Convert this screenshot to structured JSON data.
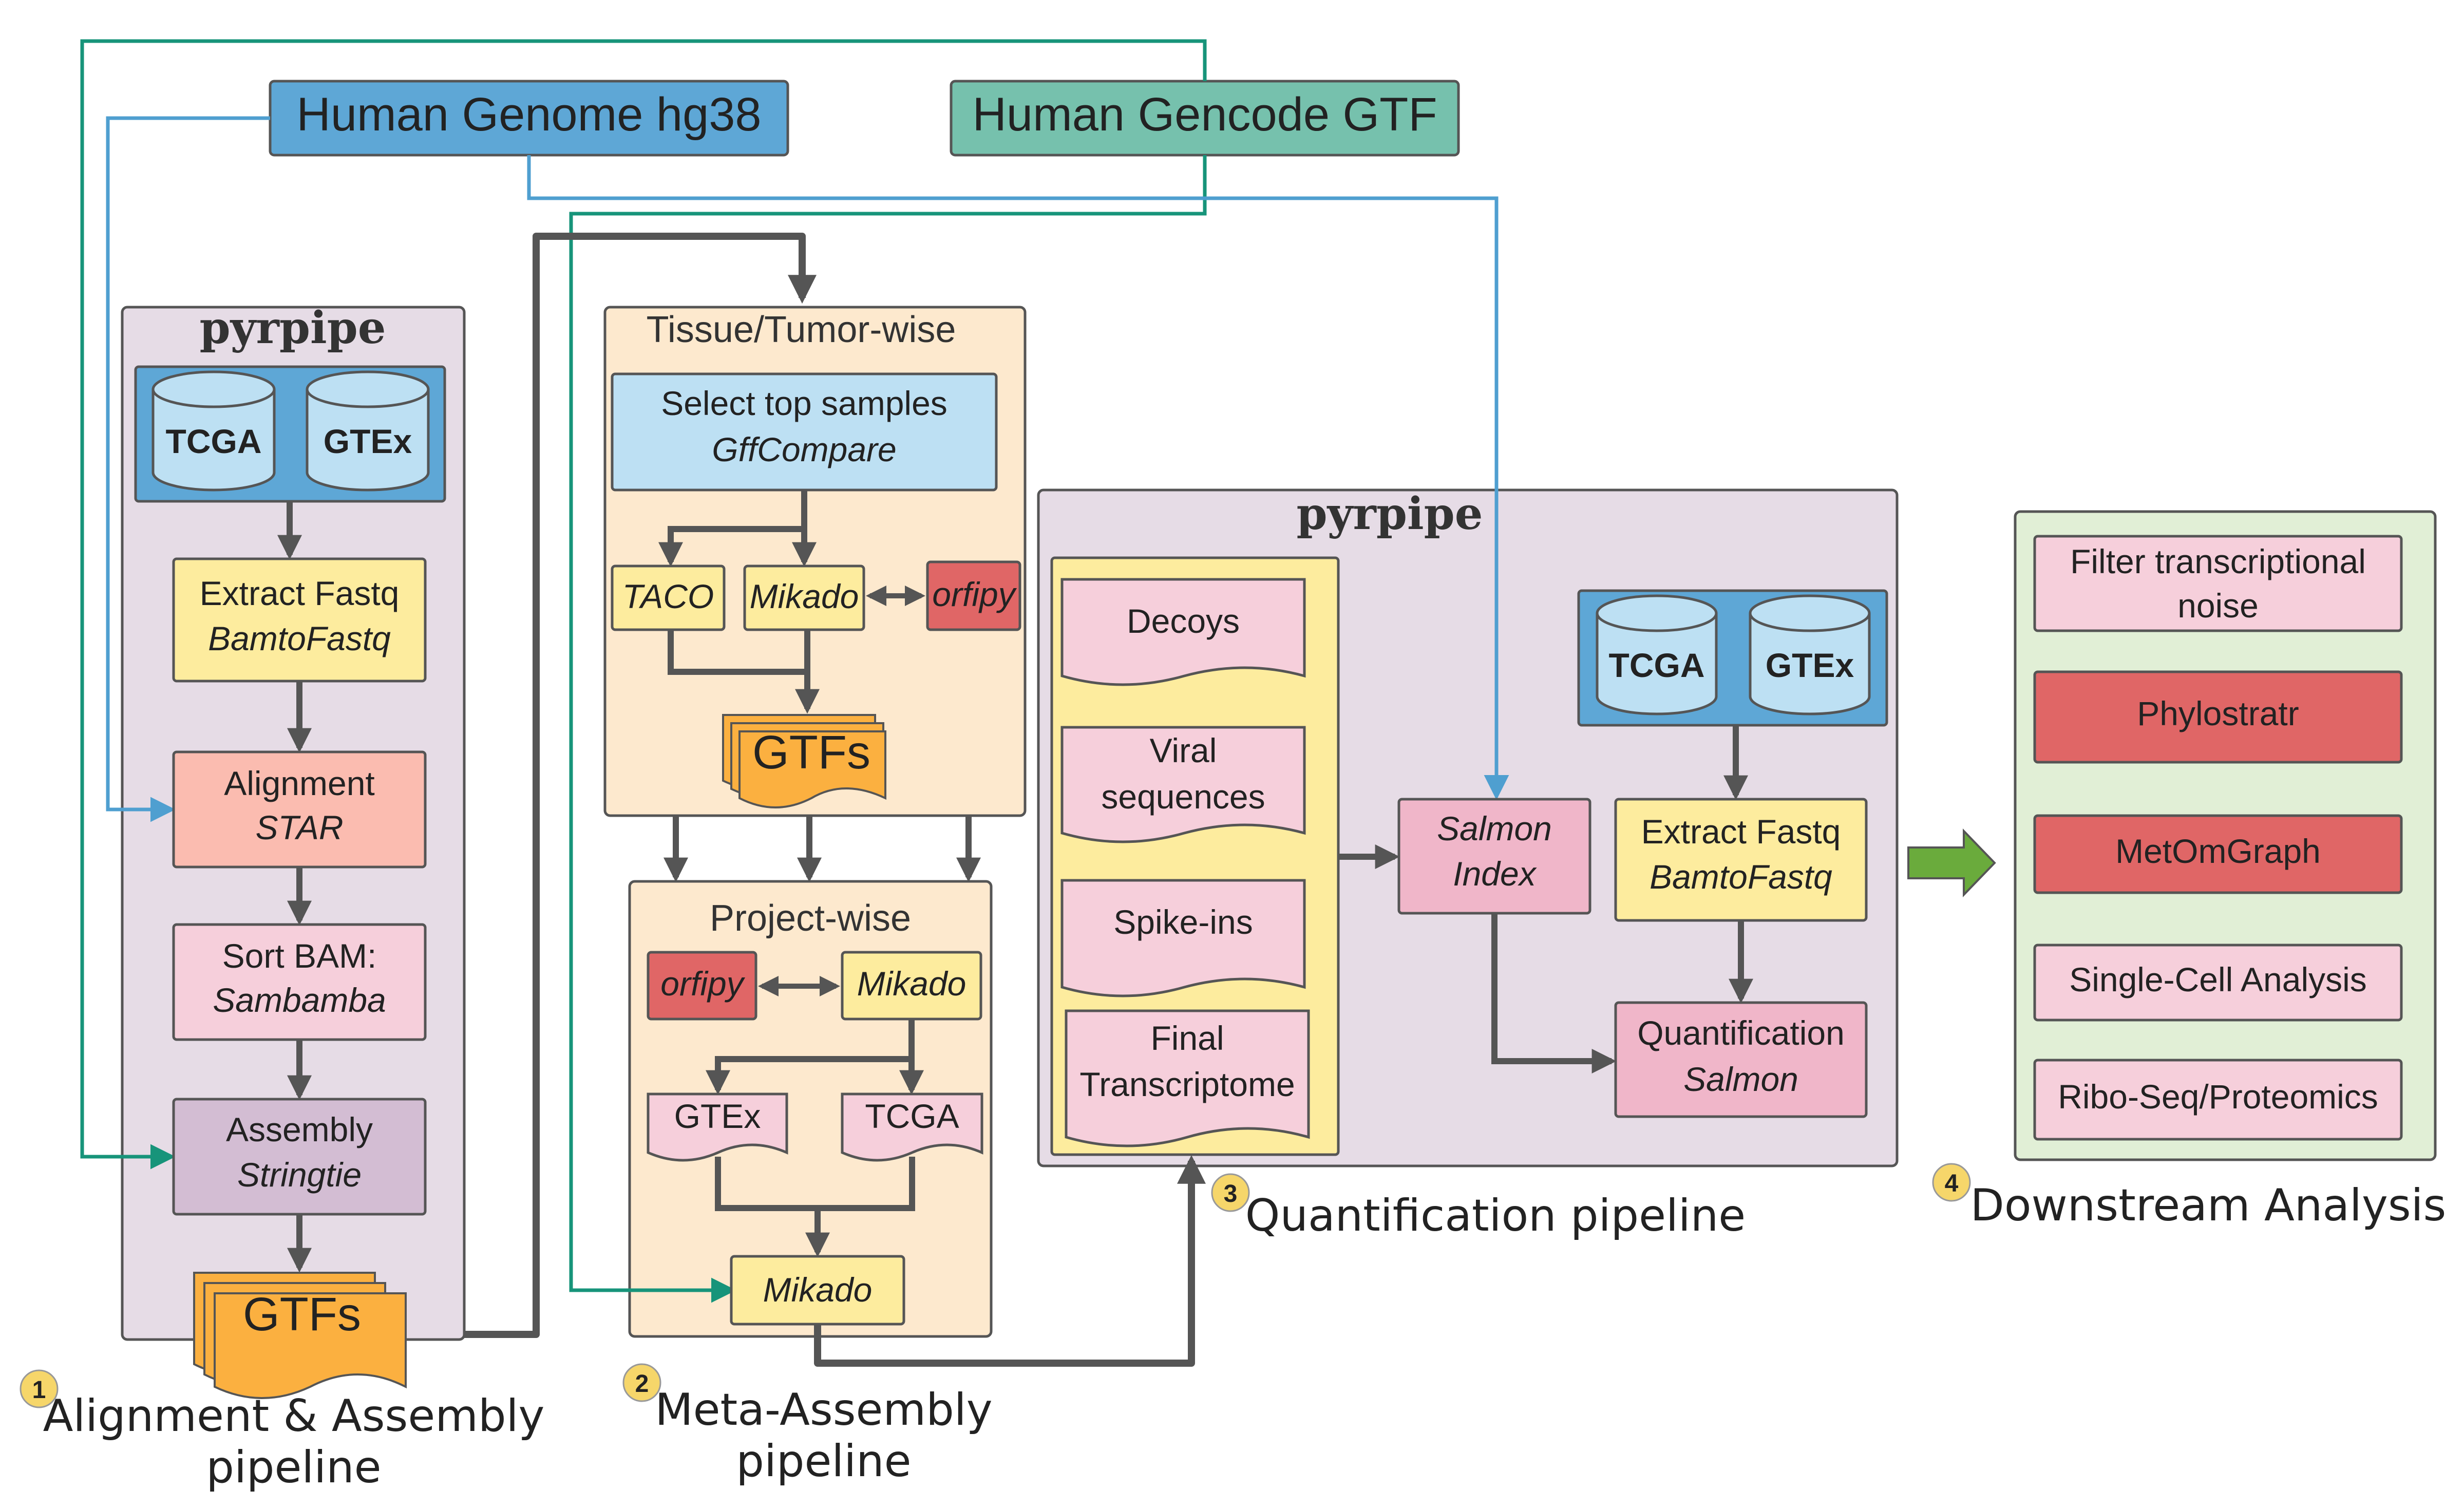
{
  "sources": {
    "genome": "Human Genome hg38",
    "gencode": "Human Gencode GTF"
  },
  "colors": {
    "genome": "#5ea7d6",
    "gencode": "#76c1ad",
    "blue_line": "#4f9fd0",
    "green_line": "#17947a",
    "panel_purple": "#e6dce6",
    "panel_peach": "#fde9ce",
    "panel_green": "#e1efd6",
    "yellow": "#fdec9e",
    "salmon": "#fbbcb0",
    "pink": "#f6cfdb",
    "pink_dark": "#f0b6c9",
    "mauve": "#d3bdd3",
    "red": "#e06666",
    "light_blue": "#bde0f3",
    "orange": "#fbb040",
    "arrow_green": "#6aab3c"
  },
  "pipeline1": {
    "header": "pyrpipe",
    "db1": "TCGA",
    "db2": "GTEx",
    "extract_title": "Extract Fastq",
    "extract_tool": "BamtoFastq",
    "align_title": "Alignment",
    "align_tool": "STAR",
    "sort_title": "Sort BAM:",
    "sort_tool": "Sambamba",
    "assembly_title": "Assembly",
    "assembly_tool": "Stringtie",
    "gtfs": "GTFs",
    "num": "1",
    "label_line1": "Alignment & Assembly",
    "label_line2": "pipeline"
  },
  "pipeline2": {
    "tissue_header": "Tissue/Tumor-wise",
    "select_title": "Select top samples",
    "select_tool": "GffCompare",
    "taco": "TACO",
    "mikado1": "Mikado",
    "orfipy1": "orfipy",
    "gtfs": "GTFs",
    "project_header": "Project-wise",
    "orfipy2": "orfipy",
    "mikado2": "Mikado",
    "gtex": "GTEx",
    "tcga": "TCGA",
    "mikado3": "Mikado",
    "num": "2",
    "label_line1": "Meta-Assembly",
    "label_line2": "pipeline"
  },
  "pipeline3": {
    "header": "pyrpipe",
    "decoys": "Decoys",
    "viral_line1": "Viral",
    "viral_line2": "sequences",
    "spike": "Spike-ins",
    "final_line1": "Final",
    "final_line2": "Transcriptome",
    "salmon_line1": "Salmon",
    "salmon_line2": "Index",
    "db1": "TCGA",
    "db2": "GTEx",
    "extract_title": "Extract Fastq",
    "extract_tool": "BamtoFastq",
    "quant_title": "Quantification",
    "quant_tool": "Salmon",
    "num": "3",
    "label": "Quantification pipeline"
  },
  "pipeline4": {
    "filter_line1": "Filter transcriptional",
    "filter_line2": "noise",
    "phylostratr": "Phylostratr",
    "metomgraph": "MetOmGraph",
    "single_cell": "Single-Cell Analysis",
    "riboseq": "Ribo-Seq/Proteomics",
    "num": "4",
    "label": "Downstream Analysis"
  }
}
